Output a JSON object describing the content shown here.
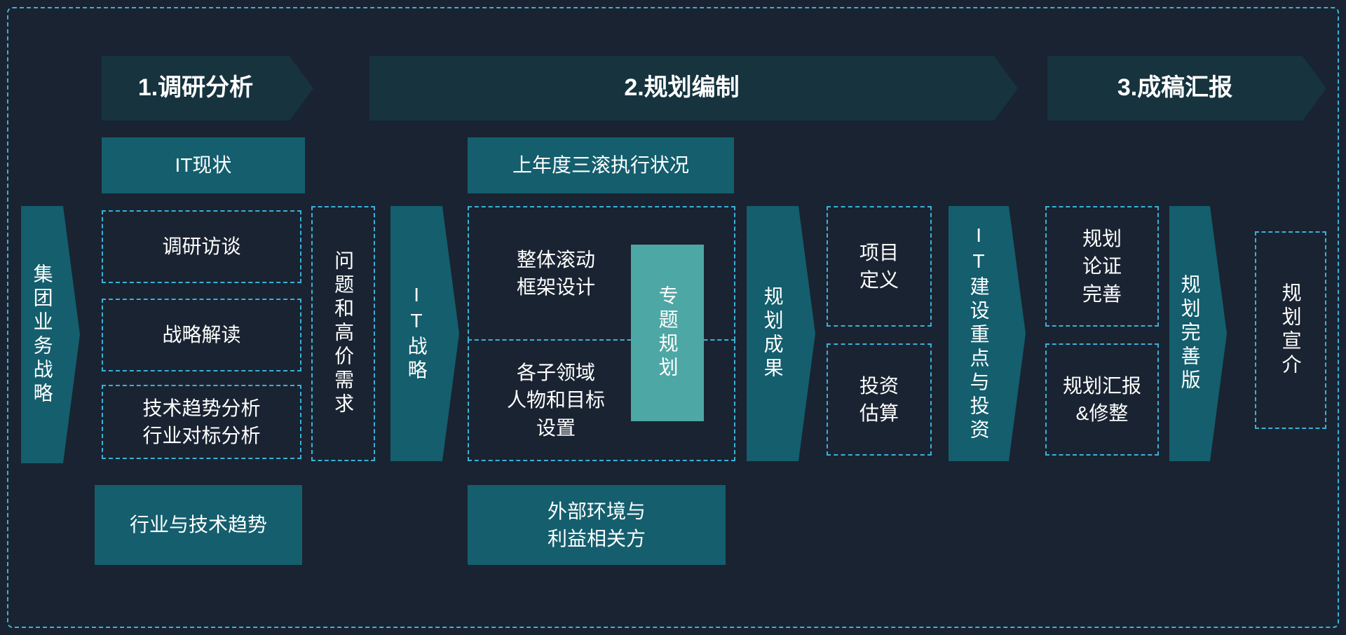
{
  "colors": {
    "background": "#1a2331",
    "frame_dash": "#38b2d8",
    "phase_header_fill": "#16333e",
    "solid_fill": "#145e6d",
    "accent_fill": "#4da7a5",
    "text": "#ffffff"
  },
  "phase_headers": [
    {
      "label": "1.调研分析"
    },
    {
      "label": "2.规划编制"
    },
    {
      "label": "3.成稿汇报"
    }
  ],
  "nodes": {
    "group_strategy": "集团业务战略",
    "it_status": "IT现状",
    "research_interview": "调研访谈",
    "strategy_reading": "战略解读",
    "tech_trend_analysis": "技术趋势分析\n行业对标分析",
    "industry_tech_trend": "行业与技术趋势",
    "problems_high_value_needs": "问题和高价需求",
    "it_strategy": "IT战略",
    "last_year_rolling_execution": "上年度三滚执行状况",
    "overall_rolling_framework": "整体滚动\n框架设计",
    "subdomain_goal_setting": "各子领域\n人物和目标\n设置",
    "special_topic_planning": "专题规划",
    "external_environment": "外部环境与\n利益相关方",
    "planning_results": "规划成果",
    "project_definition": "项目\n定义",
    "investment_estimate": "投资\n估算",
    "it_construction_focus": "IT建设重点与投资",
    "planning_validation": "规划\n论证\n完善",
    "planning_report_revision": "规划汇报\n&修整",
    "planning_improved_version": "规划完善版",
    "planning_promotion": "规划宣介"
  }
}
